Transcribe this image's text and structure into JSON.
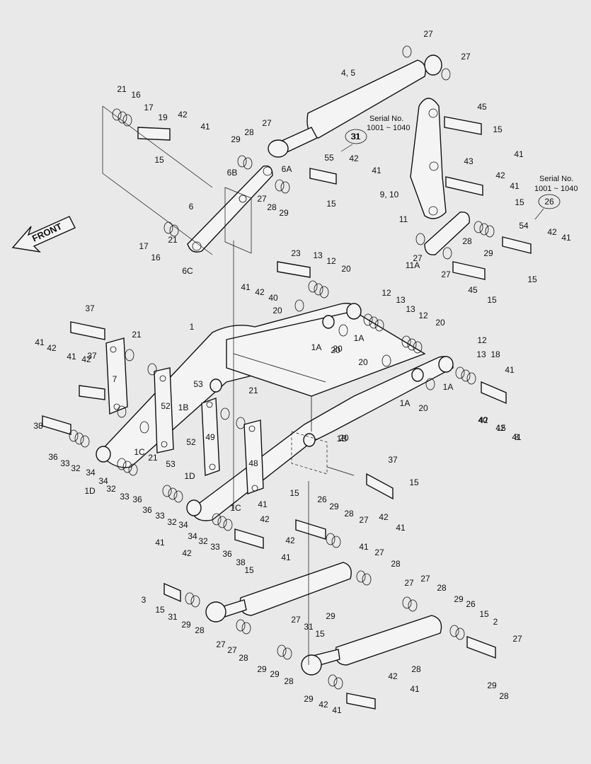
{
  "figure": {
    "front_label": "FRONT",
    "notes": [
      {
        "id": "serial-note-top",
        "lines": [
          "Serial No.",
          "1001 ~ 1040"
        ]
      },
      {
        "id": "serial-note-right",
        "lines": [
          "Serial No.",
          "1001 ~ 1040"
        ]
      }
    ],
    "circled_refs": [
      "31",
      "26"
    ],
    "callouts": [
      "27",
      "27",
      "4, 5",
      "21",
      "16",
      "17",
      "19",
      "42",
      "41",
      "15",
      "45",
      "15",
      "41",
      "29",
      "28",
      "27",
      "31",
      "42",
      "41",
      "55",
      "15",
      "6B",
      "6A",
      "27",
      "28",
      "29",
      "43",
      "42",
      "41",
      "15",
      "9, 10",
      "6",
      "11",
      "54",
      "42",
      "41",
      "27",
      "28",
      "29",
      "27",
      "11A",
      "15",
      "41",
      "42",
      "40",
      "23",
      "13",
      "12",
      "20",
      "45",
      "15",
      "17",
      "16",
      "21",
      "6C",
      "20",
      "20",
      "12",
      "13",
      "13",
      "12",
      "20",
      "37",
      "1",
      "41",
      "42",
      "1A",
      "20",
      "1A",
      "21",
      "41",
      "42",
      "37",
      "7",
      "20",
      "1A",
      "20",
      "12",
      "13",
      "18",
      "41",
      "42",
      "15",
      "8",
      "52",
      "53",
      "1B",
      "21",
      "38",
      "36",
      "33",
      "32",
      "34",
      "1C",
      "21",
      "49",
      "1A",
      "20",
      "40",
      "42",
      "41",
      "52",
      "53",
      "1B",
      "48",
      "1D",
      "34",
      "32",
      "33",
      "36",
      "1D",
      "37",
      "15",
      "36",
      "33",
      "32",
      "34",
      "42",
      "41",
      "1C",
      "15",
      "41",
      "42",
      "26",
      "29",
      "28",
      "27",
      "42",
      "41",
      "34",
      "32",
      "33",
      "36",
      "38",
      "15",
      "41",
      "42",
      "41",
      "27",
      "28",
      "29",
      "3",
      "15",
      "31",
      "29",
      "28",
      "27",
      "27",
      "28",
      "29",
      "29",
      "28",
      "27",
      "27",
      "28",
      "29",
      "26",
      "15",
      "2",
      "27",
      "28",
      "29",
      "42",
      "41",
      "42",
      "41",
      "29",
      "28",
      "27",
      "31",
      "15"
    ]
  }
}
